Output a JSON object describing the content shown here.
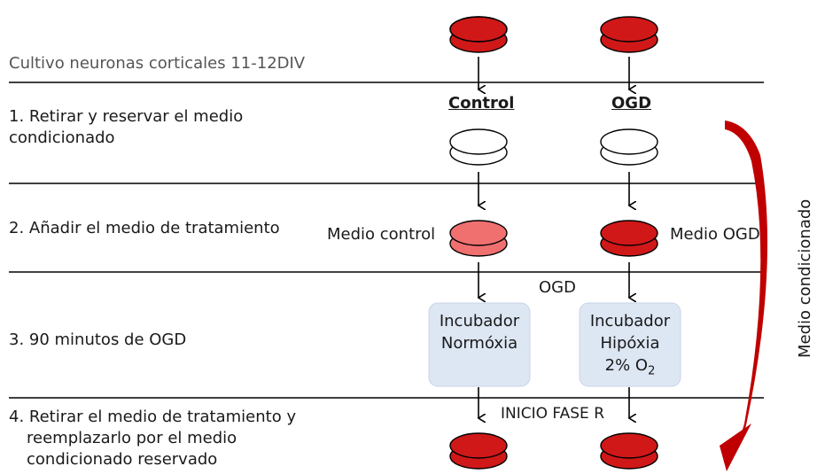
{
  "header": {
    "culture_label": "Cultivo neuronas corticales 11-12DIV"
  },
  "columns": {
    "control_heading": "Control",
    "ogd_heading": "OGD"
  },
  "steps": [
    {
      "line1": "1. Retirar y reservar el medio",
      "line2": "condicionado"
    },
    {
      "line1": "2. Añadir el medio de tratamiento"
    },
    {
      "line1": "3. 90 minutos de OGD"
    },
    {
      "line1": "4. Retirar el medio de tratamiento y",
      "line2": "reemplazarlo por el medio",
      "line3": "condicionado reservado"
    }
  ],
  "labels": {
    "medio_control": "Medio control",
    "medio_ogd": "Medio OGD",
    "ogd": "OGD",
    "inicio": "INICIO FASE R",
    "medio_condicionado": "Medio condicionado"
  },
  "incubators": {
    "normoxia": {
      "line1": "Incubador",
      "line2": "Normóxia"
    },
    "hipoxia": {
      "line1": "Incubador",
      "line2": "Hipóxia",
      "line3": "2% O",
      "subscript": "2"
    }
  },
  "colors": {
    "dish_red": "#d01818",
    "dish_light": "#f07070",
    "incubator_fill": "#dde6f3",
    "arrow_red": "#c00000"
  }
}
